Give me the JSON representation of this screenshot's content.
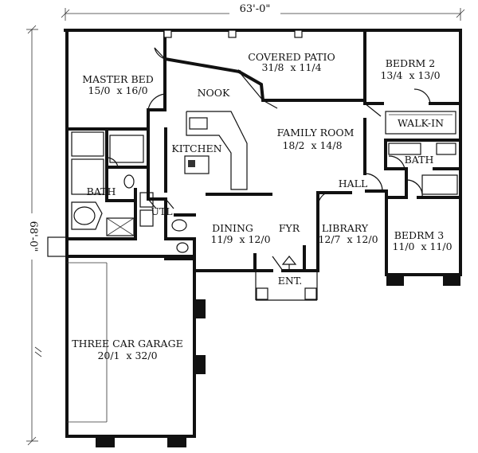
{
  "dimensions": {
    "width": "63'-0\"",
    "depth": "68'-0\""
  },
  "rooms": {
    "covered_patio": {
      "name": "COVERED PATIO",
      "size": "31/8  x 11/4"
    },
    "master_bed": {
      "name": "MASTER BED",
      "size": "15/0  x 16/0"
    },
    "nook": {
      "name": "NOOK"
    },
    "bedroom_2": {
      "name": "BEDRM 2",
      "size": "13/4  x 13/0"
    },
    "walk_in": {
      "name": "WALK-IN"
    },
    "family_room": {
      "name": "FAMILY ROOM",
      "size": "18/2  x 14/8"
    },
    "kitchen": {
      "name": "KITCHEN"
    },
    "master_bath": {
      "name": "BATH"
    },
    "bath_2": {
      "name": "BATH"
    },
    "hall": {
      "name": "HALL"
    },
    "utility": {
      "name": "UTL"
    },
    "dining": {
      "name": "DINING",
      "size": "11/9  x 12/0"
    },
    "foyer": {
      "name": "FYR"
    },
    "library": {
      "name": "LIBRARY",
      "size": "12/7  x 12/0"
    },
    "bedroom_3": {
      "name": "BEDRM 3",
      "size": "11/0  x 11/0"
    },
    "entry": {
      "name": "ENT."
    },
    "garage": {
      "name": "THREE CAR GARAGE",
      "size": "20/1  x 32/0"
    }
  }
}
